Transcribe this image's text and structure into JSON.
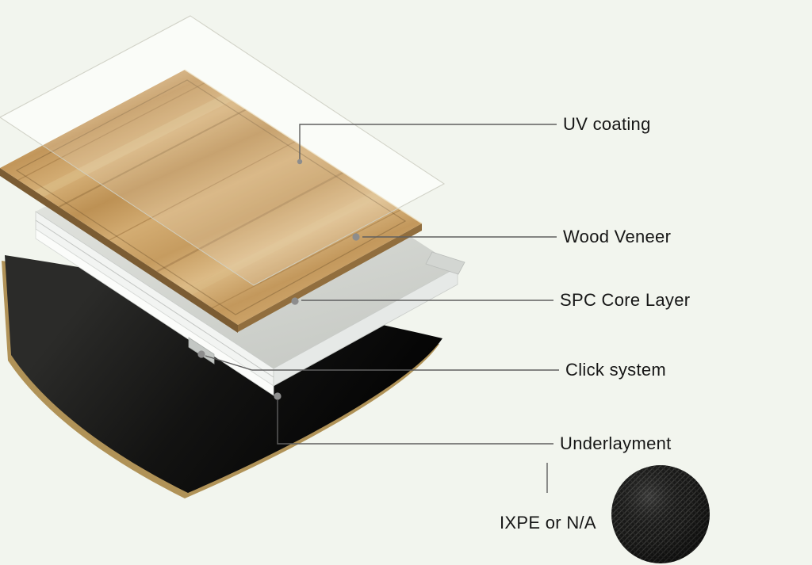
{
  "diagram": {
    "labels": [
      {
        "id": "uv-coating",
        "text": "UV coating"
      },
      {
        "id": "wood-veneer",
        "text": "Wood Veneer"
      },
      {
        "id": "spc-core-layer",
        "text": "SPC Core Layer"
      },
      {
        "id": "click-system",
        "text": "Click system"
      },
      {
        "id": "underlayment",
        "text": "Underlayment"
      },
      {
        "id": "ixpe",
        "text": "IXPE or N/A"
      }
    ],
    "swatch": {
      "name": "ixpe-foam-texture-swatch",
      "shape": "circle",
      "base_color": "#1a1a1a"
    },
    "colors": {
      "background": "#f2f5ee",
      "wood_veneer": "#cda76c",
      "spc_core": "#d9dbd6",
      "underlayment": "#0a0a09",
      "underlayment_edge": "#b09257",
      "leader_line": "#5f5f5f",
      "label_text": "#161616"
    }
  }
}
